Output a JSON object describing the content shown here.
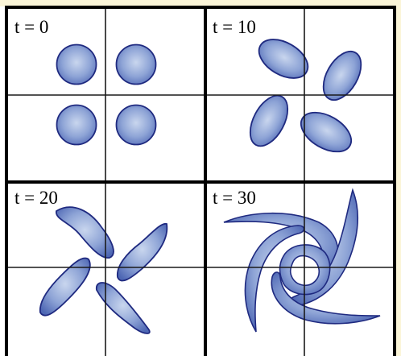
{
  "panels": [
    {
      "label": "t = 0"
    },
    {
      "label": "t = 10"
    },
    {
      "label": "t = 20"
    },
    {
      "label": "t = 30"
    }
  ],
  "colors": {
    "background": "#ffffff",
    "frame_strip": "#fbf5d8",
    "blob_fill_light": "#c9d6ee",
    "blob_fill_dark": "#4e67b4",
    "blob_stroke": "#1f2a80",
    "gridline": "#1a1a1a"
  }
}
